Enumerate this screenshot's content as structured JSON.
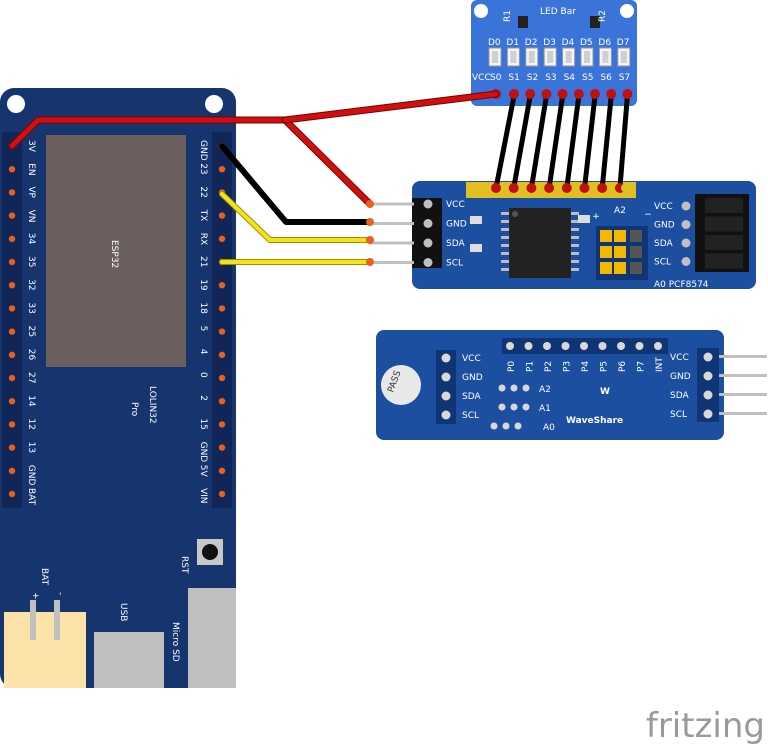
{
  "esp32_board": {
    "name": "LOLIN32",
    "sub": "Pro",
    "chip": "ESP32",
    "left_pins": [
      "3V",
      "EN",
      "VP",
      "VN",
      "34",
      "35",
      "32",
      "33",
      "25",
      "26",
      "27",
      "14",
      "12",
      "13",
      "GND",
      "BAT"
    ],
    "right_pins": [
      "GND",
      "23",
      "22",
      "TX",
      "RX",
      "21",
      "19",
      "18",
      "5",
      "4",
      "0",
      "2",
      "15",
      "GND",
      "5V",
      "VIN"
    ],
    "rst_label": "RST",
    "bat_label": "BAT",
    "plus_label": "+",
    "minus_label": "-",
    "usb_label": "USB",
    "sd_label": "Micro SD"
  },
  "led_bar": {
    "title": "LED Bar",
    "led_labels": [
      "D0",
      "D1",
      "D2",
      "D3",
      "D4",
      "D5",
      "D6",
      "D7"
    ],
    "pin_labels": [
      "VCC",
      "S0",
      "S1",
      "S2",
      "S3",
      "S4",
      "S5",
      "S6",
      "S7"
    ],
    "r1": "R1",
    "r2": "R2"
  },
  "pcf_module": {
    "name": "A0 PCF8574",
    "left_pins": [
      "VCC",
      "GND",
      "SDA",
      "SCL"
    ],
    "right_pins": [
      "VCC",
      "GND",
      "SDA",
      "SCL"
    ],
    "a2": "A2",
    "plus": "+",
    "minus": "−"
  },
  "waveshare_module": {
    "brand": "WaveShare",
    "pass": "PASS",
    "top_pins": [
      "P0",
      "P1",
      "P2",
      "P3",
      "P4",
      "P5",
      "P6",
      "P7",
      "INT"
    ],
    "left_pins": [
      "VCC",
      "GND",
      "SDA",
      "SCL"
    ],
    "right_pins": [
      "VCC",
      "GND",
      "SDA",
      "SCL"
    ],
    "addr": [
      "A2",
      "A1",
      "A0"
    ]
  },
  "watermark": "fritzing",
  "colors": {
    "board_blue": "#16356f",
    "module_blue": "#1c4fa0",
    "ledbar_blue": "#3a74d8",
    "wire_red": "#d01010",
    "wire_black": "#111111",
    "wire_yellow": "#f2e31a",
    "pin_orange": "#e8601c",
    "header_gold": "#e0c020"
  }
}
